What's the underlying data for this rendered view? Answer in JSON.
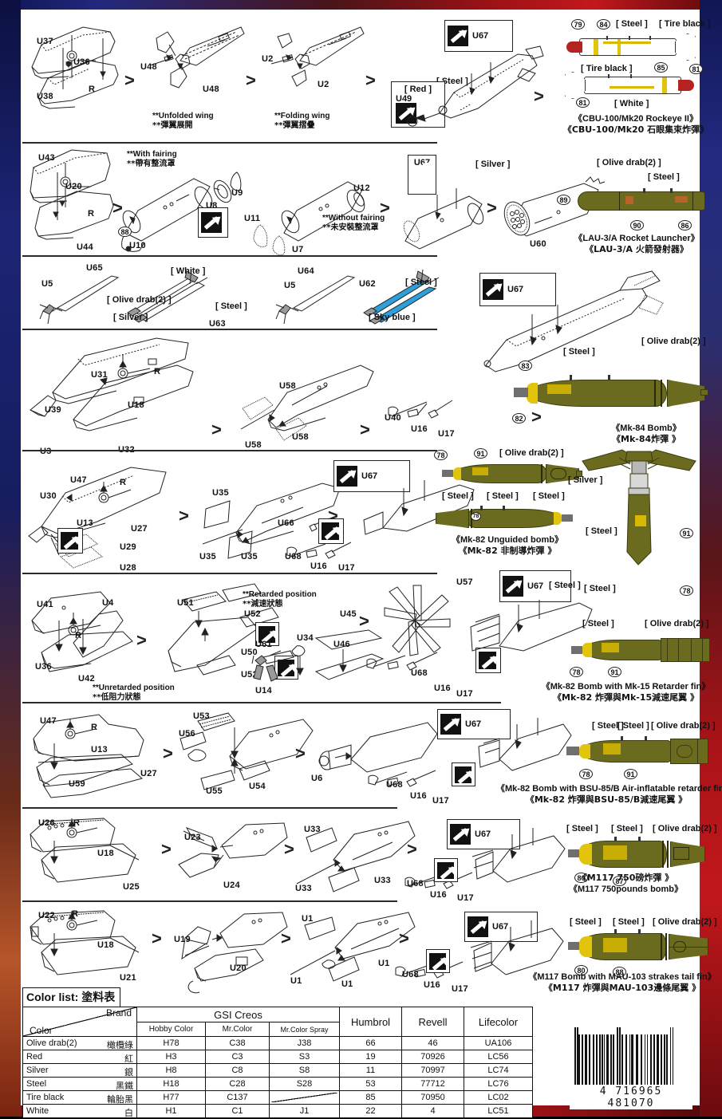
{
  "document": {
    "kind": "model-kit-assembly-instructions",
    "barcode_digits": "4 716965 481070"
  },
  "glue_label": "U67",
  "paint_labels": {
    "steel": "[ Steel ]",
    "olive_drab": "[ Olive drab(2) ]",
    "silver": "[ Silver ]",
    "white": "[ White ]",
    "red": "[ Red ]",
    "tire_black": "[ Tire black ]",
    "sky_blue": "[ Sky blue ]"
  },
  "steps": {
    "row1": {
      "parts": [
        "U37",
        "U36",
        "U38",
        "R",
        "U48",
        "U48",
        "U2",
        "U2",
        "U67",
        "U49"
      ],
      "notes": [
        {
          "en": "**Unfolded wing",
          "zh": "**彈翼展開"
        },
        {
          "en": "**Folding wing",
          "zh": "**彈翼摺疊"
        }
      ],
      "paints": [
        "[ Steel ]",
        "[ Red ]"
      ],
      "product": {
        "en": "《CBU-100/Mk20  Rockeye  II》",
        "zh": "《CBU-100/Mk20  石眼集束炸彈》",
        "decals": [
          "79",
          "84",
          "81",
          "85",
          "81"
        ],
        "paints": [
          "[ Steel ]",
          "[ Tire black ]",
          "[ Tire black ]",
          "[ White ]"
        ]
      }
    },
    "row2": {
      "parts": [
        "U43",
        "U20",
        "R",
        "U44",
        "U9",
        "U8",
        "U10",
        "U11",
        "U7",
        "U12",
        "U67",
        "U60"
      ],
      "notes": [
        {
          "en": "**With  fairing",
          "zh": "**帶有整流罩"
        },
        {
          "en": "**Without  fairing",
          "zh": "**未安裝整流罩"
        }
      ],
      "paints": [
        "[ Silver ]"
      ],
      "decals": [
        "88"
      ],
      "product": {
        "en": "《LAU-3/A  Rocket  Launcher》",
        "zh": "《LAU-3/A  火箭發射器》",
        "decals": [
          "89",
          "90",
          "86"
        ],
        "paints": [
          "[ Olive drab(2) ]",
          "[ Steel ]"
        ]
      }
    },
    "row3": {
      "parts": [
        "U65",
        "U5",
        "U63",
        "U64",
        "U5",
        "U62"
      ],
      "paints": [
        "[ White ]",
        "[ Olive drab(2) ]",
        "[ Silver ]",
        "[ Steel ]",
        "[ Steel ]",
        "[ Sky blue ]"
      ]
    },
    "row4": {
      "parts": [
        "U31",
        "U18",
        "U39",
        "U3",
        "U32",
        "U58",
        "U58",
        "U58",
        "U40",
        "U16",
        "U17",
        "U67"
      ],
      "product": {
        "en": "《Mk-84  Bomb》",
        "zh": "《Mk-84炸彈 》",
        "decals": [
          "83",
          "82"
        ],
        "paints": [
          "[ Steel ]",
          "[ Olive drab(2) ]"
        ]
      }
    },
    "row5": {
      "parts": [
        "U47",
        "U30",
        "U13",
        "U27",
        "U29",
        "U28",
        "U35",
        "U35",
        "U35",
        "U66",
        "U68",
        "U16",
        "U17",
        "U67"
      ],
      "product": {
        "en": "《Mk-82  Unguided  bomb》",
        "zh": "《Mk-82  非制導炸彈 》",
        "decals": [
          "78",
          "91",
          "91"
        ],
        "paints": [
          "[ Olive drab(2) ]",
          "[ Steel ]",
          "[ Steel ]",
          "[ Steel ]",
          "[ Silver ]",
          "[ Steel ]",
          "[ Steel ]"
        ]
      }
    },
    "row6": {
      "parts": [
        "U41",
        "U4",
        "U36",
        "U42",
        "U51",
        "U52",
        "U50",
        "U52",
        "U34",
        "U61",
        "U14",
        "U45",
        "U46",
        "U57",
        "U68",
        "U16",
        "U17",
        "U67"
      ],
      "notes": [
        {
          "en": "**Retarded position",
          "zh": "**減速狀態"
        },
        {
          "en": "**Unretarded position",
          "zh": "**低阻力狀態"
        }
      ],
      "product": {
        "en": "《Mk-82  Bomb  with  Mk-15  Retarder  fin》",
        "zh": "《Mk-82  炸彈與Mk-15減速尾翼 》",
        "decals": [
          "78",
          "91"
        ],
        "paints": [
          "[ Steel ]",
          "[ Steel ]",
          "[ Olive drab(2) ]"
        ]
      }
    },
    "row7": {
      "parts": [
        "U47",
        "U13",
        "U27",
        "U59",
        "U53",
        "U56",
        "U55",
        "U54",
        "U6",
        "U68",
        "U16",
        "U17",
        "U67"
      ],
      "product": {
        "en": "《Mk-82  Bomb  with  BSU-85/B  Air-inflatable  retarder  fin》",
        "zh": "《Mk-82  炸彈與BSU-85/B減速尾翼 》",
        "decals": [
          "78",
          "91"
        ],
        "paints": [
          "[ Steel ]",
          "[ Steel ]",
          "[ Olive drab(2) ]"
        ]
      }
    },
    "row8": {
      "parts": [
        "U26",
        "R",
        "U18",
        "U25",
        "U23",
        "U24",
        "U33",
        "U33",
        "U33",
        "U68",
        "U16",
        "U17",
        "U67"
      ],
      "product": {
        "en": "《M117 750pounds  bomb》",
        "zh": "《M117 750磅炸彈 》",
        "decals": [
          "80",
          "87"
        ],
        "paints": [
          "[ Steel ]",
          "[ Steel ]",
          "[ Olive drab(2) ]"
        ]
      }
    },
    "row9": {
      "parts": [
        "U22",
        "R",
        "U18",
        "U21",
        "U19",
        "U20",
        "U1",
        "U1",
        "U1",
        "U1",
        "U68",
        "U16",
        "U17",
        "U67"
      ],
      "product": {
        "en": "《M117 Bomb  with  MAU-103 strakes tail fin》",
        "zh": "《M117  炸彈與MAU-103邊條尾翼 》",
        "decals": [
          "80",
          "88"
        ],
        "paints": [
          "[ Steel ]",
          "[ Steel ]",
          "[ Olive drab(2) ]"
        ]
      }
    }
  },
  "color_list": {
    "title_en": "Color list:",
    "title_zh": "塗料表",
    "header_brand": "Brand",
    "header_color": "Color",
    "group_gsi": "GSI  Creos",
    "columns": [
      "Hobby  Color",
      "Mr.Color",
      "Mr.Color Spray",
      "Humbrol",
      "Revell",
      "Lifecolor"
    ],
    "rows": [
      {
        "name_en": "Olive  drab(2)",
        "name_zh": "橄欖綠",
        "hobby": "H78",
        "mrcolor": "C38",
        "spray": "J38",
        "humbrol": "66",
        "revell": "46",
        "lifecolor": "UA106"
      },
      {
        "name_en": "Red",
        "name_zh": "紅",
        "hobby": "H3",
        "mrcolor": "C3",
        "spray": "S3",
        "humbrol": "19",
        "revell": "70926",
        "lifecolor": "LC56"
      },
      {
        "name_en": "Silver",
        "name_zh": "銀",
        "hobby": "H8",
        "mrcolor": "C8",
        "spray": "S8",
        "humbrol": "11",
        "revell": "70997",
        "lifecolor": "LC74"
      },
      {
        "name_en": "Steel",
        "name_zh": "黑鐵",
        "hobby": "H18",
        "mrcolor": "C28",
        "spray": "S28",
        "humbrol": "53",
        "revell": "77712",
        "lifecolor": "LC76"
      },
      {
        "name_en": "Tire  black",
        "name_zh": "輪胎黑",
        "hobby": "H77",
        "mrcolor": "C137",
        "spray": "",
        "humbrol": "85",
        "revell": "70950",
        "lifecolor": "LC02"
      },
      {
        "name_en": "White",
        "name_zh": "白",
        "hobby": "H1",
        "mrcolor": "C1",
        "spray": "J1",
        "humbrol": "22",
        "revell": "4",
        "lifecolor": "LC51"
      }
    ]
  },
  "colors": {
    "olive_drab": "#6b6b20",
    "yellow_band": "#e3c40d",
    "red_nose": "#b4231f",
    "sky_blue": "#2e9fd8",
    "frame_blue": "#1d2474",
    "frame_red": "#c2181c"
  }
}
